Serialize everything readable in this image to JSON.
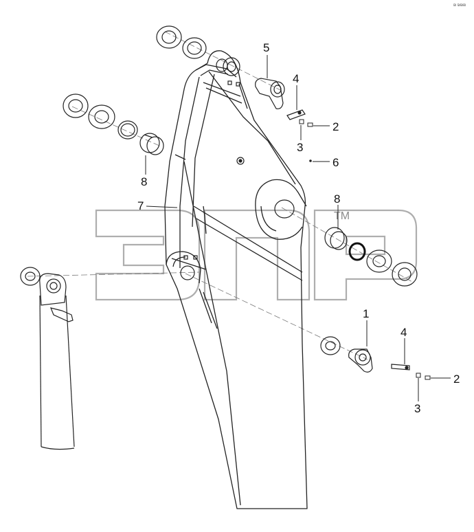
{
  "corner_mark": "₪ ₪₪₪",
  "watermark": {
    "tm": "TM"
  },
  "callouts": [
    {
      "id": "c5",
      "text": "5"
    },
    {
      "id": "c4a",
      "text": "4"
    },
    {
      "id": "c2a",
      "text": "2"
    },
    {
      "id": "c3a",
      "text": "3"
    },
    {
      "id": "c6",
      "text": "6"
    },
    {
      "id": "c8a",
      "text": "8"
    },
    {
      "id": "c8b",
      "text": "8"
    },
    {
      "id": "c7",
      "text": "7"
    },
    {
      "id": "c1",
      "text": "1"
    },
    {
      "id": "c4b",
      "text": "4"
    },
    {
      "id": "c2b",
      "text": "2"
    },
    {
      "id": "c3b",
      "text": "3"
    }
  ]
}
